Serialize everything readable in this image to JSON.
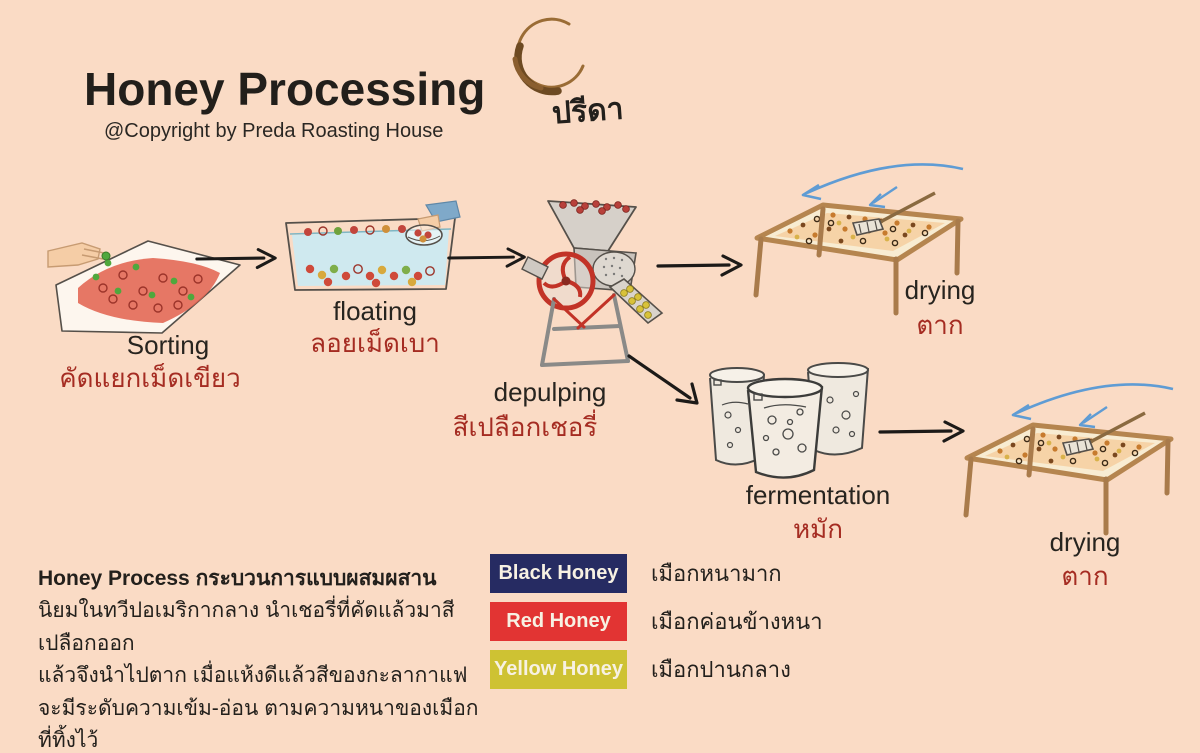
{
  "page": {
    "background": "#fadbc5"
  },
  "header": {
    "title": "Honey Processing",
    "copyright": "@Copyright by Preda Roasting House",
    "logo_text": "ปรีดา"
  },
  "steps": {
    "sorting": {
      "label": "Sorting",
      "thai": "คัดแยกเม็ดเขียว"
    },
    "floating": {
      "label": "floating",
      "thai": "ลอยเม็ดเบา"
    },
    "depulping": {
      "label": "depulping",
      "thai": "สีเปลือกเชอรี่"
    },
    "drying_top": {
      "label": "drying",
      "thai": "ตาก"
    },
    "fermentation": {
      "label": "fermentation",
      "thai": "หมัก"
    },
    "drying_bottom": {
      "label": "drying",
      "thai": "ตาก"
    }
  },
  "flow": [
    "sorting → floating",
    "floating → depulping",
    "depulping → drying (top)",
    "depulping → fermentation",
    "fermentation → drying (bottom)"
  ],
  "description": {
    "heading": "Honey Process กระบวนการแบบผสมผสาน",
    "lines": [
      "นิยมในทวีปอเมริกากลาง นำเชอรี่ที่คัดแล้วมาสีเปลือกออก",
      "แล้วจึงนำไปตาก เมื่อแห้งดีแล้วสีของกะลากาแฟ",
      "จะมีระดับความเข้ม-อ่อน ตามความหนาของเมือกที่ทิ้งไว้"
    ]
  },
  "legend": {
    "items": [
      {
        "label": "Black Honey",
        "desc": "เมือกหนามาก",
        "color": "#262b62"
      },
      {
        "label": "Red Honey",
        "desc": "เมือกค่อนข้างหนา",
        "color": "#e23433"
      },
      {
        "label": "Yellow Honey",
        "desc": "เมือกปานกลาง",
        "color": "#cec233"
      }
    ]
  },
  "colors": {
    "background": "#fadbc5",
    "thai_step_text": "#a52c22",
    "black_text": "#23201c",
    "arrow": "#1c1a18",
    "wind_arrow": "#5f9cd4",
    "logo_ring": "#8a5e2f"
  }
}
